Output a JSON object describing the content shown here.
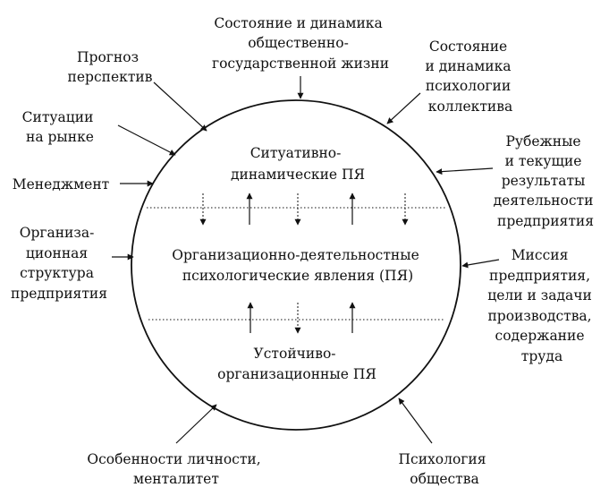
{
  "diagram": {
    "inner": {
      "top": [
        "Ситуативно-",
        "динамические ПЯ"
      ],
      "middle": [
        "Организационно-деятельностные",
        "психологические явления (ПЯ)"
      ],
      "bottom": [
        "Устойчиво-",
        "организационные ПЯ"
      ]
    },
    "factors": {
      "state_public_life": [
        "Состояние и динамика",
        "общественно-",
        "государственной жизни"
      ],
      "forecast": [
        "Прогноз",
        "перспектив"
      ],
      "collective_psychology": [
        "Состояние",
        "и динамика",
        "психологии",
        "коллектива"
      ],
      "market": [
        "Ситуации",
        "на рынке"
      ],
      "results": [
        "Рубежные",
        "и текущие",
        "результаты",
        "деятельности",
        "предприятия"
      ],
      "management": [
        "Менеджмент"
      ],
      "org_structure": [
        "Организа-",
        "ционная",
        "структура",
        "предприятия"
      ],
      "mission": [
        "Миссия",
        "предприятия,",
        "цели и задачи",
        "производства,",
        "содержание",
        "труда"
      ],
      "personality": [
        "Особенности личности,",
        "менталитет"
      ],
      "society": [
        "Психология",
        "общества"
      ]
    }
  }
}
